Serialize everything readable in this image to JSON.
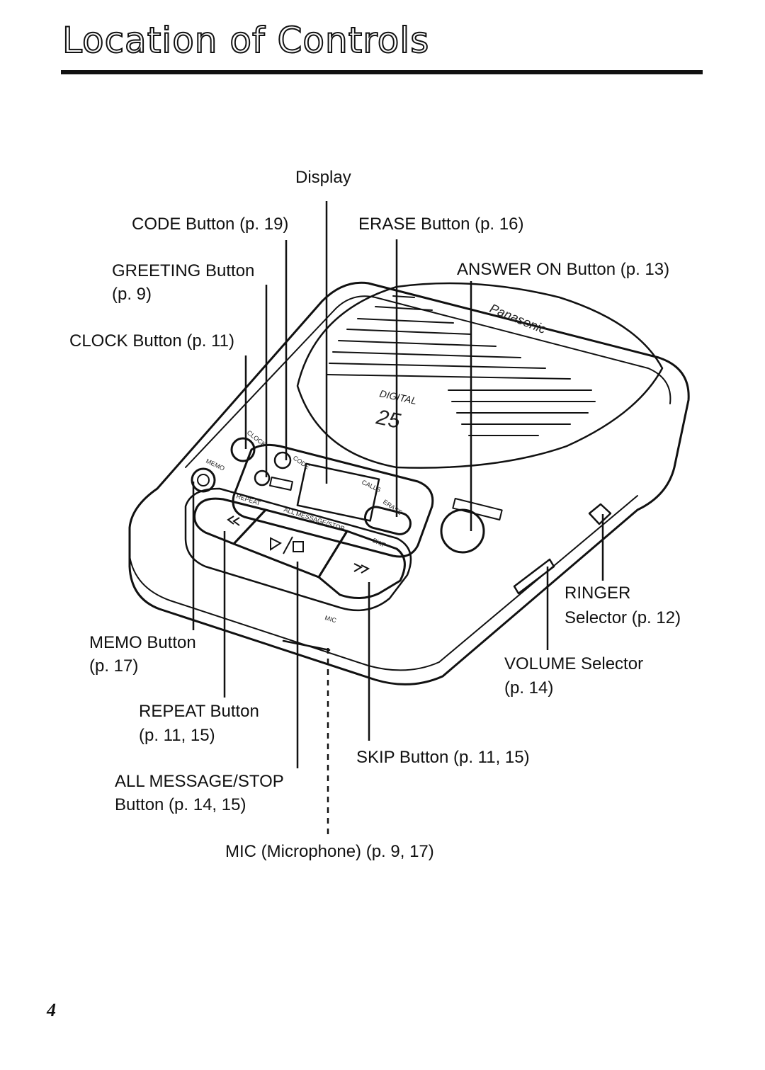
{
  "title": "Location of Controls",
  "page_number": "4",
  "labels": {
    "display": "Display",
    "code": "CODE Button (p. 19)",
    "erase": "ERASE Button (p. 16)",
    "greeting_1": "GREETING Button",
    "greeting_2": "(p. 9)",
    "answer_on": "ANSWER ON Button (p. 13)",
    "clock": "CLOCK Button (p. 11)",
    "ringer_1": "RINGER",
    "ringer_2": "Selector (p. 12)",
    "memo_1": "MEMO Button",
    "memo_2": "(p. 17)",
    "volume_1": "VOLUME Selector",
    "volume_2": "(p. 14)",
    "repeat_1": "REPEAT Button",
    "repeat_2": "(p. 11, 15)",
    "skip": "SKIP Button (p. 11, 15)",
    "all_message_1": "ALL MESSAGE/STOP",
    "all_message_2": "Button (p. 14, 15)",
    "mic": "MIC (Microphone) (p. 9, 17)"
  },
  "device": {
    "brand": "Panasonic",
    "model_badge": "DIGITAL",
    "capacity": "25",
    "key_labels": {
      "clock": "CLOCK",
      "code": "CODE",
      "memo": "MEMO",
      "calls": "CALLS",
      "erase": "ERASE",
      "repeat": "REPEAT",
      "all_message_stop": "ALL MESSAGE/STOP",
      "skip": "SKIP",
      "mic": "MIC"
    },
    "icons": [
      "rewind-icon",
      "play-stop-icon",
      "fast-forward-icon"
    ]
  }
}
